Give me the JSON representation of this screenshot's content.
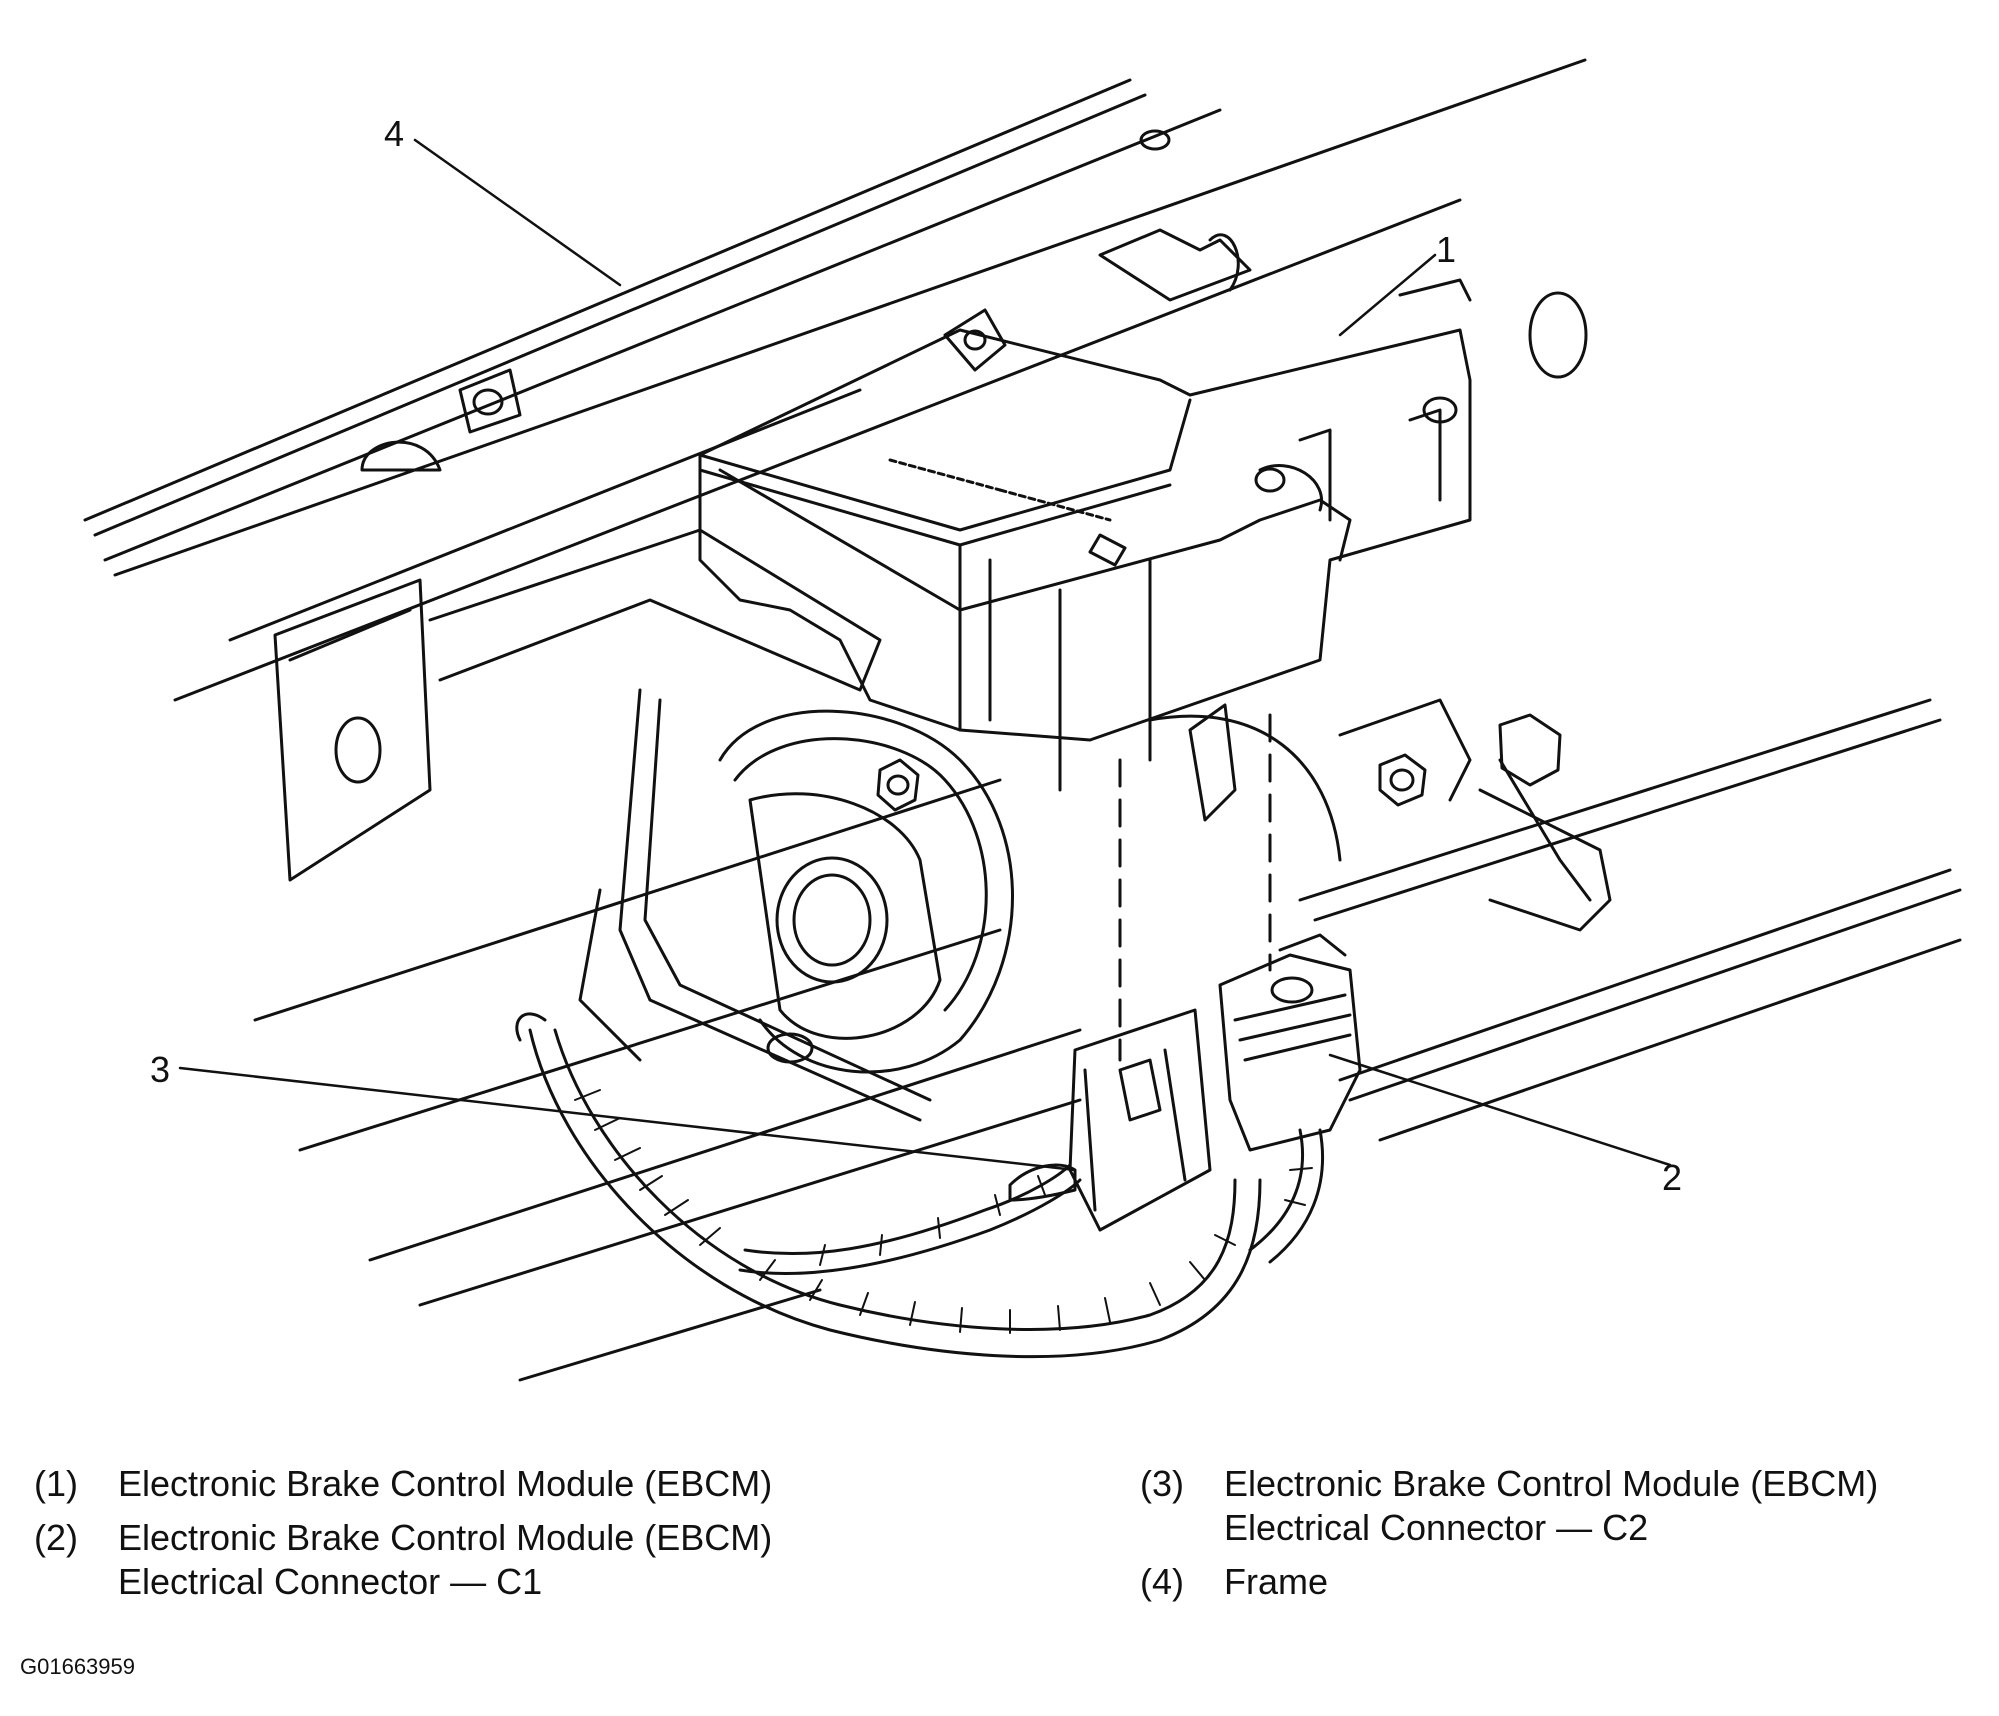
{
  "figure": {
    "id": "G01663959"
  },
  "callouts": [
    {
      "number": "1",
      "target": "ebcm"
    },
    {
      "number": "2",
      "target": "connector-c1"
    },
    {
      "number": "3",
      "target": "connector-c2"
    },
    {
      "number": "4",
      "target": "frame"
    }
  ],
  "legend": [
    {
      "number": "(1)",
      "lines": [
        "Electronic Brake Control Module (EBCM)"
      ]
    },
    {
      "number": "(2)",
      "lines": [
        "Electronic Brake Control Module (EBCM)",
        "Electrical Connector — C1"
      ]
    },
    {
      "number": "(3)",
      "lines": [
        "Electronic Brake Control Module (EBCM)",
        "Electrical Connector — C2"
      ]
    },
    {
      "number": "(4)",
      "lines": [
        "Frame"
      ]
    }
  ],
  "colors": {
    "ink": "#111111",
    "paper": "#ffffff"
  }
}
